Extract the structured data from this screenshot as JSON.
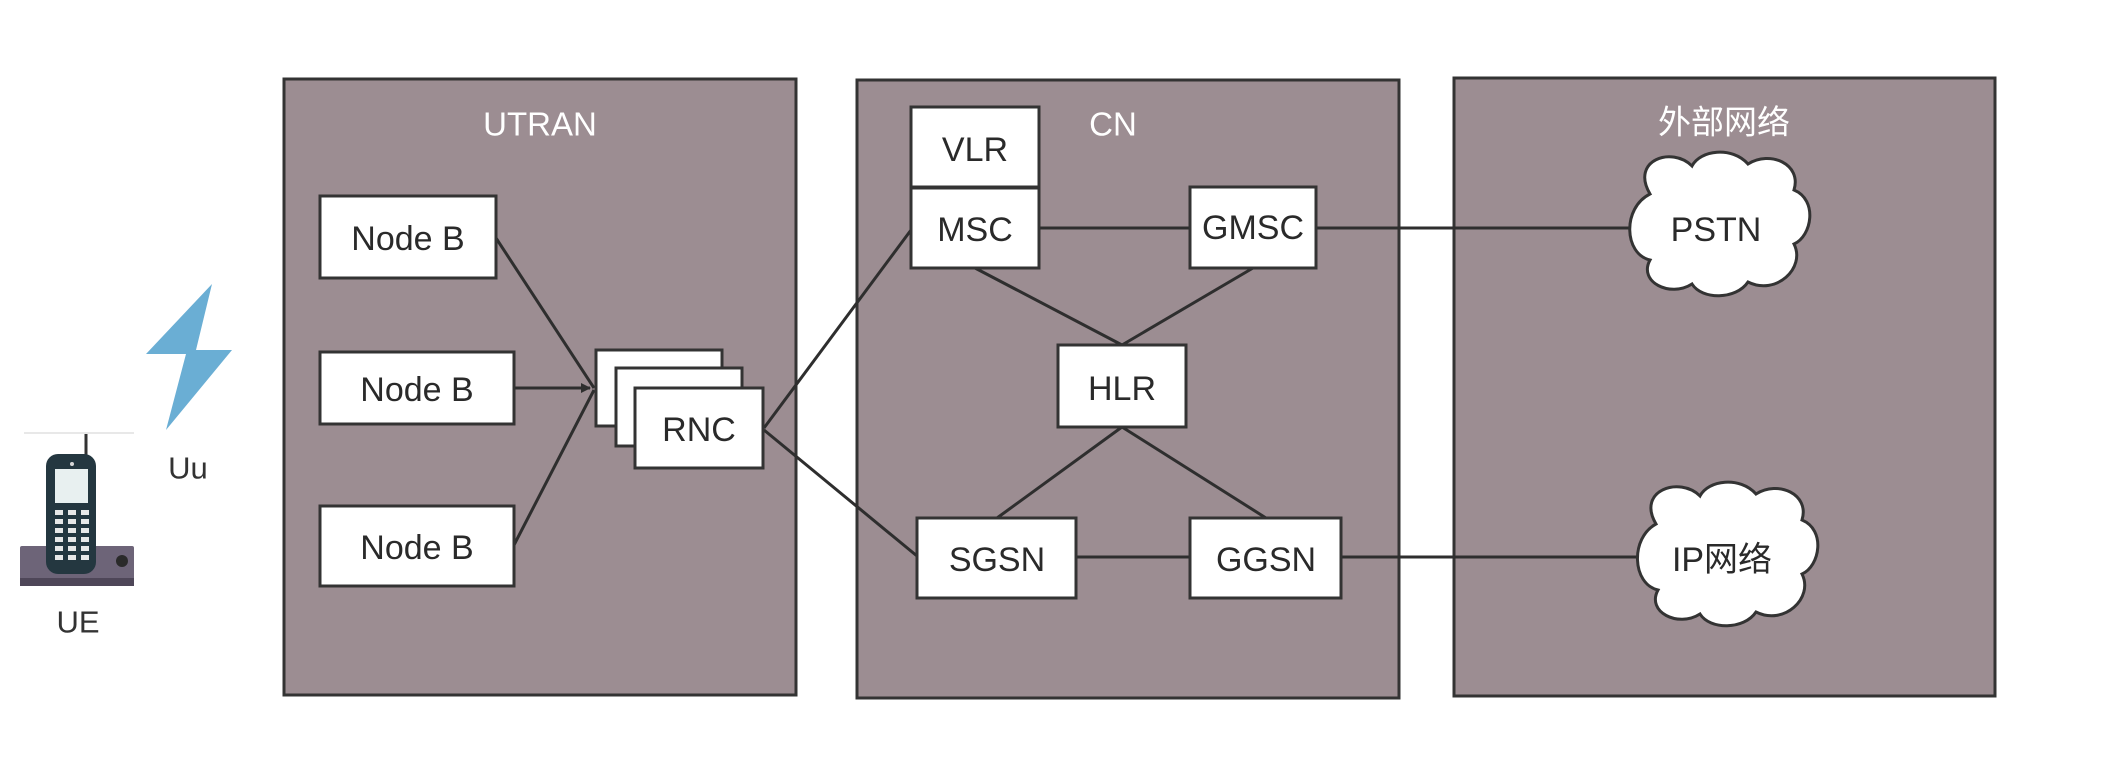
{
  "regions": {
    "utran": "UTRAN",
    "cn": "CN",
    "external": "外部网络"
  },
  "nodes": {
    "nodeb_1": "Node B",
    "nodeb_2": "Node B",
    "nodeb_3": "Node B",
    "rnc": "RNC",
    "vlr": "VLR",
    "msc": "MSC",
    "gmsc": "GMSC",
    "hlr": "HLR",
    "sgsn": "SGSN",
    "ggsn": "GGSN",
    "pstn": "PSTN",
    "ip_network": "IP网络"
  },
  "labels": {
    "uu": "Uu",
    "ue": "UE"
  },
  "icons": {
    "phone": "mobile-phone-icon",
    "radio": "lightning-bolt-icon"
  },
  "colors": {
    "region_fill": "#9c8d92",
    "lightning": "#6aaed4",
    "border": "#333333"
  }
}
